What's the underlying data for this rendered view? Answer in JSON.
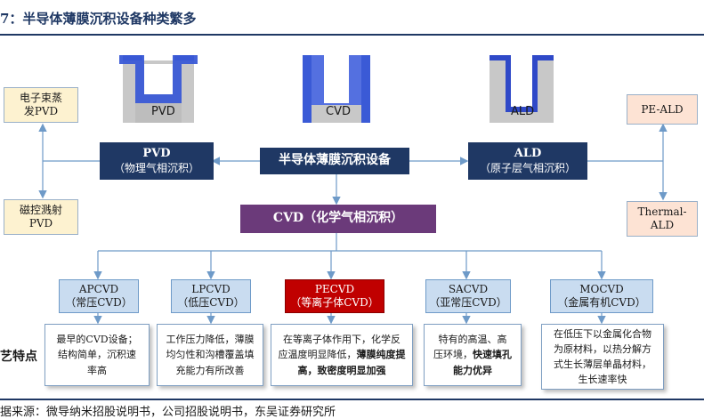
{
  "title": "7：半导体薄膜沉积设备种类繁多",
  "source": "据来源：微导纳米招股说明书，公司招股说明书，东吴证券研究所",
  "structures": {
    "pvd": "PVD",
    "cvd": "CVD",
    "ald": "ALD"
  },
  "center": "半导体薄膜沉积设备",
  "pvd": {
    "name": "PVD",
    "sub": "（物理气相沉积）"
  },
  "ald": {
    "name": "ALD",
    "sub": "（原子层气相沉积）"
  },
  "cvd": "CVD（化学气相沉积）",
  "pvd_methods": [
    {
      "line1": "电子束蒸",
      "line2": "发PVD"
    },
    {
      "line1": "磁控溅射",
      "line2": "PVD"
    }
  ],
  "ald_methods": [
    {
      "line1": "PE-ALD",
      "line2": ""
    },
    {
      "line1": "Thermal-",
      "line2": "ALD"
    }
  ],
  "cvd_types": [
    {
      "name": "APCVD",
      "sub": "（常压CVD）"
    },
    {
      "name": "LPCVD",
      "sub": "（低压CVD）"
    },
    {
      "name": "PECVD",
      "sub": "（等离子体CVD）"
    },
    {
      "name": "SACVD",
      "sub": "（亚常压CVD）"
    },
    {
      "name": "MOCVD",
      "sub": "（金属有机CVD）"
    }
  ],
  "side_label": "艺特点",
  "features": [
    {
      "lines": [
        "最早的CVD设备；",
        "结构简单，沉积速",
        "率高"
      ],
      "bold": ""
    },
    {
      "lines": [
        "工作压力降低，薄膜",
        "均匀性和沟槽覆盖填",
        "充能力有所改善"
      ],
      "bold": ""
    },
    {
      "lines": [
        "在等离子体作用下，化学反",
        "应温度明显降低，"
      ],
      "bold": "薄膜纯度提高，致密度明显加强"
    },
    {
      "lines": [
        "特有的高温、高",
        "压环境，"
      ],
      "bold": "快速填孔能力优异"
    },
    {
      "lines": [
        "在低压下以金属化合物",
        "为原材料，以热分解方",
        "式生长薄层单晶材料，",
        "生长速率快"
      ],
      "bold": ""
    }
  ],
  "colors": {
    "navy": "#1f3864",
    "purple": "#6b3a7a",
    "red": "#c00000",
    "lightblue": "#c9dcf0",
    "cream": "#fdf2d0",
    "peach": "#fde3d4"
  }
}
